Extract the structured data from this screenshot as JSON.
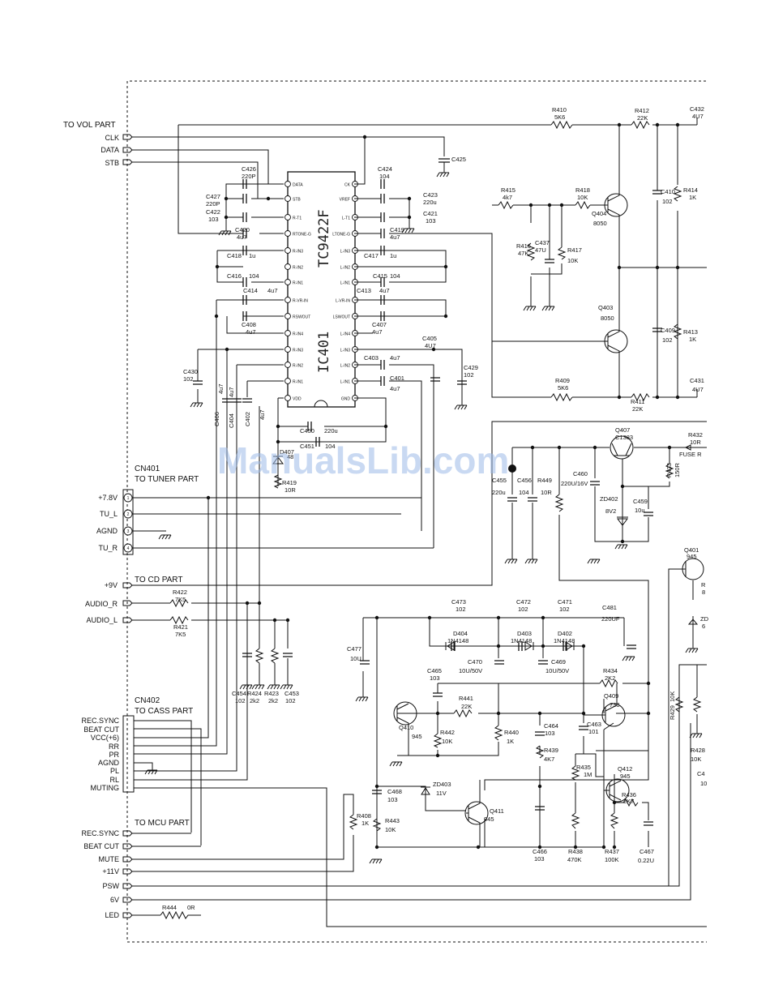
{
  "ic": {
    "part": "TC9422F",
    "ref": "IC401",
    "left_pins": [
      "DATA",
      "STB",
      "R-T1",
      "RTONE-G",
      "R-IN3",
      "R-IN2",
      "R-IN1",
      "R-VR-IN",
      "RSWOUT",
      "R-IN4",
      "R-IN3",
      "R-IN2",
      "R-IN1",
      "VDD"
    ],
    "right_pins": [
      "CK",
      "VREF",
      "L-T1",
      "LTONE-G",
      "L-IN3",
      "L-IN2",
      "L-IN1",
      "L-VR-IN",
      "LSWOUT",
      "L-IN4",
      "L-IN3",
      "L-IN2",
      "L-IN1",
      "GND"
    ]
  },
  "sections": {
    "vol": "TO VOL PART",
    "tuner_ref": "CN401",
    "tuner": "TO TUNER PART",
    "cd": "TO CD PART",
    "cass_ref": "CN402",
    "cass": "TO CASS PART",
    "mcu": "TO MCU PART"
  },
  "vol_pins": [
    "CLK",
    "DATA",
    "STB"
  ],
  "tuner_pins": [
    {
      "n": "1",
      "label": "+7.8V"
    },
    {
      "n": "2",
      "label": "TU_L"
    },
    {
      "n": "3",
      "label": "AGND"
    },
    {
      "n": "4",
      "label": "TU_R"
    }
  ],
  "cd_pins": [
    "+9V",
    "AUDIO_R",
    "AUDIO_L"
  ],
  "cass_pins": [
    "REC.SYNC",
    "BEAT CUT",
    "VCC(+6)",
    "RR",
    "PR",
    "AGND",
    "PL",
    "RL",
    "MUTING"
  ],
  "mcu_pins": [
    "REC.SYNC",
    "BEAT CUT",
    "MUTE",
    "+11V",
    "PSW",
    "6V",
    "LED"
  ],
  "labels": [
    {
      "id": "R410",
      "t": "R410"
    },
    {
      "id": "R410v",
      "t": "5K6"
    },
    {
      "id": "R412",
      "t": "R412"
    },
    {
      "id": "R412v",
      "t": "22K"
    },
    {
      "id": "C432",
      "t": "C432"
    },
    {
      "id": "C432v",
      "t": "4U7"
    },
    {
      "id": "C425",
      "t": "C425"
    },
    {
      "id": "C426",
      "t": "C426"
    },
    {
      "id": "C426v",
      "t": "220P"
    },
    {
      "id": "C427",
      "t": "C427"
    },
    {
      "id": "C427v",
      "t": "220P"
    },
    {
      "id": "C422",
      "t": "C422"
    },
    {
      "id": "C422v",
      "t": "103"
    },
    {
      "id": "C420",
      "t": "C420"
    },
    {
      "id": "C420v",
      "t": "4u7"
    },
    {
      "id": "C418",
      "t": "C418"
    },
    {
      "id": "C418v",
      "t": "1u"
    },
    {
      "id": "C416",
      "t": "C416"
    },
    {
      "id": "C416v",
      "t": "104"
    },
    {
      "id": "C414",
      "t": "C414"
    },
    {
      "id": "C414v",
      "t": "4u7"
    },
    {
      "id": "C408",
      "t": "C408"
    },
    {
      "id": "C408v",
      "t": "4u7"
    },
    {
      "id": "C424",
      "t": "C424"
    },
    {
      "id": "C424v",
      "t": "104"
    },
    {
      "id": "C423",
      "t": "C423"
    },
    {
      "id": "C423v",
      "t": "220u"
    },
    {
      "id": "C421",
      "t": "C421"
    },
    {
      "id": "C421v",
      "t": "103"
    },
    {
      "id": "C419",
      "t": "C419"
    },
    {
      "id": "C419v",
      "t": "4u7"
    },
    {
      "id": "C417",
      "t": "C417"
    },
    {
      "id": "C417v",
      "t": "1u"
    },
    {
      "id": "C415",
      "t": "C415"
    },
    {
      "id": "C415v",
      "t": "104"
    },
    {
      "id": "C413",
      "t": "C413"
    },
    {
      "id": "C413v",
      "t": "4u7"
    },
    {
      "id": "C407",
      "t": "C407"
    },
    {
      "id": "C407v",
      "t": "4u7"
    },
    {
      "id": "C405",
      "t": "C405"
    },
    {
      "id": "C405v",
      "t": "4U7"
    },
    {
      "id": "C403",
      "t": "C403"
    },
    {
      "id": "C403v",
      "t": "4u7"
    },
    {
      "id": "C401",
      "t": "C401"
    },
    {
      "id": "C401v",
      "t": "4u7"
    },
    {
      "id": "C429",
      "t": "C429"
    },
    {
      "id": "C429v",
      "t": "102"
    },
    {
      "id": "C430",
      "t": "C430"
    },
    {
      "id": "C430v",
      "t": "102"
    },
    {
      "id": "C406",
      "t": "C406"
    },
    {
      "id": "C406v",
      "t": "4u7"
    },
    {
      "id": "C404",
      "t": "C404"
    },
    {
      "id": "C404v",
      "t": "4u7"
    },
    {
      "id": "C402",
      "t": "C402"
    },
    {
      "id": "C402v",
      "t": "4u7"
    },
    {
      "id": "C450",
      "t": "C450"
    },
    {
      "id": "C450v",
      "t": "220u"
    },
    {
      "id": "C451",
      "t": "C451"
    },
    {
      "id": "C451v",
      "t": "104"
    },
    {
      "id": "D407",
      "t": "D407"
    },
    {
      "id": "D407v",
      "t": "48"
    },
    {
      "id": "R419",
      "t": "R419"
    },
    {
      "id": "R419v",
      "t": "10R"
    },
    {
      "id": "R415",
      "t": "R415"
    },
    {
      "id": "R415v",
      "t": "4k7"
    },
    {
      "id": "R418",
      "t": "R418"
    },
    {
      "id": "R418v",
      "t": "10K"
    },
    {
      "id": "R416",
      "t": "R416"
    },
    {
      "id": "R416v",
      "t": "47K"
    },
    {
      "id": "C437",
      "t": "C437"
    },
    {
      "id": "C437v",
      "t": "47U"
    },
    {
      "id": "R417",
      "t": "R417"
    },
    {
      "id": "R417v",
      "t": "10K"
    },
    {
      "id": "Q404",
      "t": "Q404"
    },
    {
      "id": "Q404v",
      "t": "8050"
    },
    {
      "id": "Q403",
      "t": "Q403"
    },
    {
      "id": "Q403v",
      "t": "8050"
    },
    {
      "id": "C410",
      "t": "C410"
    },
    {
      "id": "C410v",
      "t": "102"
    },
    {
      "id": "R414",
      "t": "R414"
    },
    {
      "id": "R414v",
      "t": "1K"
    },
    {
      "id": "C409",
      "t": "C409"
    },
    {
      "id": "C409v",
      "t": "102"
    },
    {
      "id": "R413",
      "t": "R413"
    },
    {
      "id": "R413v",
      "t": "1K"
    },
    {
      "id": "R409",
      "t": "R409"
    },
    {
      "id": "R409v",
      "t": "5K6"
    },
    {
      "id": "R411",
      "t": "R411"
    },
    {
      "id": "R411v",
      "t": "22K"
    },
    {
      "id": "C431",
      "t": "C431"
    },
    {
      "id": "C431v",
      "t": "4U7"
    },
    {
      "id": "Q407",
      "t": "Q407"
    },
    {
      "id": "Q407v",
      "t": "C1383"
    },
    {
      "id": "R432",
      "t": "R432"
    },
    {
      "id": "R432v",
      "t": "10R"
    },
    {
      "id": "FUSE",
      "t": "FUSE R"
    },
    {
      "id": "R433",
      "t": "R433"
    },
    {
      "id": "R433v",
      "t": "150R"
    },
    {
      "id": "C455",
      "t": "C455"
    },
    {
      "id": "C455v",
      "t": "220u"
    },
    {
      "id": "C456",
      "t": "C456"
    },
    {
      "id": "C456v",
      "t": "104"
    },
    {
      "id": "R449",
      "t": "R449"
    },
    {
      "id": "R449v",
      "t": "10R"
    },
    {
      "id": "C460",
      "t": "C460"
    },
    {
      "id": "C460v",
      "t": "220U/16V"
    },
    {
      "id": "ZD402",
      "t": "ZD402"
    },
    {
      "id": "ZD402v",
      "t": "8V2"
    },
    {
      "id": "C459",
      "t": "C459"
    },
    {
      "id": "C459v",
      "t": "10u"
    },
    {
      "id": "Q401",
      "t": "Q401"
    },
    {
      "id": "Q401v",
      "t": "945"
    },
    {
      "id": "R422",
      "t": "R422"
    },
    {
      "id": "R422v",
      "t": "7K5"
    },
    {
      "id": "R421",
      "t": "R421"
    },
    {
      "id": "R421v",
      "t": "7K5"
    },
    {
      "id": "C454",
      "t": "C454"
    },
    {
      "id": "C454v",
      "t": "102"
    },
    {
      "id": "R424",
      "t": "R424"
    },
    {
      "id": "R424v",
      "t": "2k2"
    },
    {
      "id": "R423",
      "t": "R423"
    },
    {
      "id": "R423v",
      "t": "2k2"
    },
    {
      "id": "C453",
      "t": "C453"
    },
    {
      "id": "C453v",
      "t": "102"
    },
    {
      "id": "C473",
      "t": "C473"
    },
    {
      "id": "C473v",
      "t": "102"
    },
    {
      "id": "C472",
      "t": "C472"
    },
    {
      "id": "C472v",
      "t": "102"
    },
    {
      "id": "C471",
      "t": "C471"
    },
    {
      "id": "C471v",
      "t": "102"
    },
    {
      "id": "C481",
      "t": "C481"
    },
    {
      "id": "C481v",
      "t": "220UF"
    },
    {
      "id": "D404",
      "t": "D404"
    },
    {
      "id": "D404v",
      "t": "1N4148"
    },
    {
      "id": "D403",
      "t": "D403"
    },
    {
      "id": "D403v",
      "t": "1N4148"
    },
    {
      "id": "D402",
      "t": "D402"
    },
    {
      "id": "D402v",
      "t": "1N4148"
    },
    {
      "id": "C477",
      "t": "C477"
    },
    {
      "id": "C477v",
      "t": "10U"
    },
    {
      "id": "C470",
      "t": "C470"
    },
    {
      "id": "C470v",
      "t": "10U/50V"
    },
    {
      "id": "C469",
      "t": "C469"
    },
    {
      "id": "C469v",
      "t": "10U/50V"
    },
    {
      "id": "C465",
      "t": "C465"
    },
    {
      "id": "C465v",
      "t": "103"
    },
    {
      "id": "R434",
      "t": "R434"
    },
    {
      "id": "R434v",
      "t": "2K2"
    },
    {
      "id": "R441",
      "t": "R441"
    },
    {
      "id": "R441v",
      "t": "22K"
    },
    {
      "id": "Q409",
      "t": "Q409"
    },
    {
      "id": "Q409v",
      "t": "733"
    },
    {
      "id": "Q410",
      "t": "Q410"
    },
    {
      "id": "Q410v",
      "t": "945"
    },
    {
      "id": "R442",
      "t": "R442"
    },
    {
      "id": "R442v",
      "t": "10K"
    },
    {
      "id": "R440",
      "t": "R440"
    },
    {
      "id": "R440v",
      "t": "1K"
    },
    {
      "id": "C464",
      "t": "C464"
    },
    {
      "id": "C464v",
      "t": "103"
    },
    {
      "id": "C463",
      "t": "C463"
    },
    {
      "id": "C463v",
      "t": "101"
    },
    {
      "id": "R439",
      "t": "R439"
    },
    {
      "id": "R439v",
      "t": "4K7"
    },
    {
      "id": "R435",
      "t": "R435"
    },
    {
      "id": "R435v",
      "t": "1M"
    },
    {
      "id": "Q412",
      "t": "Q412"
    },
    {
      "id": "Q412v",
      "t": "945"
    },
    {
      "id": "C468",
      "t": "C468"
    },
    {
      "id": "C468v",
      "t": "103"
    },
    {
      "id": "ZD403",
      "t": "ZD403"
    },
    {
      "id": "ZD403v",
      "t": "11V"
    },
    {
      "id": "Q411",
      "t": "Q411"
    },
    {
      "id": "Q411v",
      "t": "945"
    },
    {
      "id": "R436",
      "t": "R436"
    },
    {
      "id": "R436v",
      "t": "2K7"
    },
    {
      "id": "R408",
      "t": "R408"
    },
    {
      "id": "R408v",
      "t": "1K"
    },
    {
      "id": "R443",
      "t": "R443"
    },
    {
      "id": "R443v",
      "t": "10K"
    },
    {
      "id": "C466",
      "t": "C466"
    },
    {
      "id": "C466v",
      "t": "103"
    },
    {
      "id": "R438",
      "t": "R438"
    },
    {
      "id": "R438v",
      "t": "470K"
    },
    {
      "id": "R437",
      "t": "R437"
    },
    {
      "id": "R437v",
      "t": "100K"
    },
    {
      "id": "C467",
      "t": "C467"
    },
    {
      "id": "C467v",
      "t": "0.22U"
    },
    {
      "id": "R429",
      "t": "R429"
    },
    {
      "id": "R429v",
      "t": "10K"
    },
    {
      "id": "R428",
      "t": "R428"
    },
    {
      "id": "R428v",
      "t": "10K"
    },
    {
      "id": "R444",
      "t": "R444"
    },
    {
      "id": "R444v",
      "t": "0R"
    },
    {
      "id": "edgeR",
      "t": "R"
    },
    {
      "id": "edge8",
      "t": "8"
    },
    {
      "id": "edgeZD",
      "t": "ZD"
    },
    {
      "id": "edge6",
      "t": "6"
    },
    {
      "id": "edgeC4",
      "t": "C4"
    },
    {
      "id": "edge10",
      "t": "10"
    }
  ],
  "watermark": "ManualsLib.com"
}
